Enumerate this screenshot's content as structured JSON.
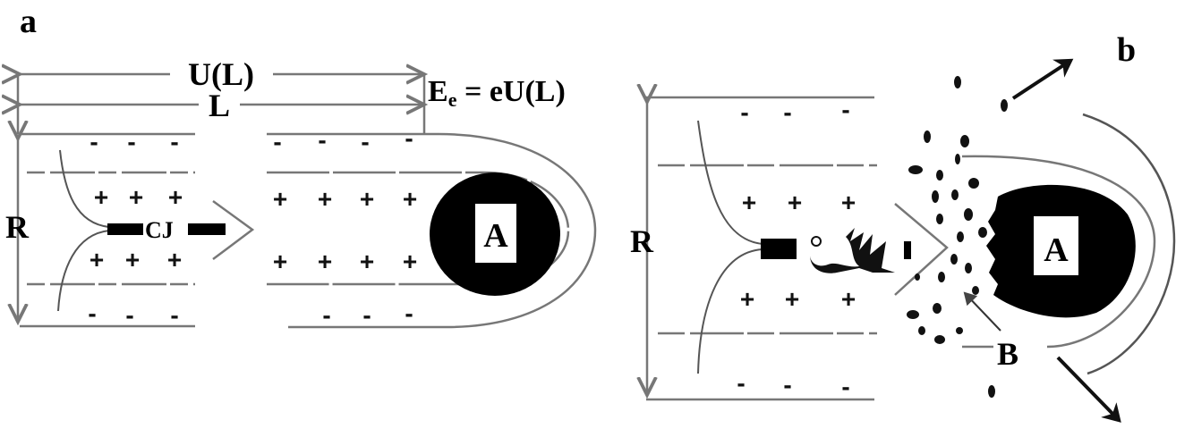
{
  "panel_a": {
    "label": "a",
    "potential_label": "U(L)",
    "length_label": "L",
    "energy_label_main": "E",
    "energy_label_sub": "e",
    "energy_label_rest": " = eU(L)",
    "radius_label": "R",
    "jet_label": "CJ",
    "target_label": "A",
    "minus": "-",
    "plus": "+"
  },
  "panel_b": {
    "label": "b",
    "radius_label": "R",
    "target_label": "A",
    "fragment_label": "B",
    "minus": "-",
    "plus": "+"
  }
}
